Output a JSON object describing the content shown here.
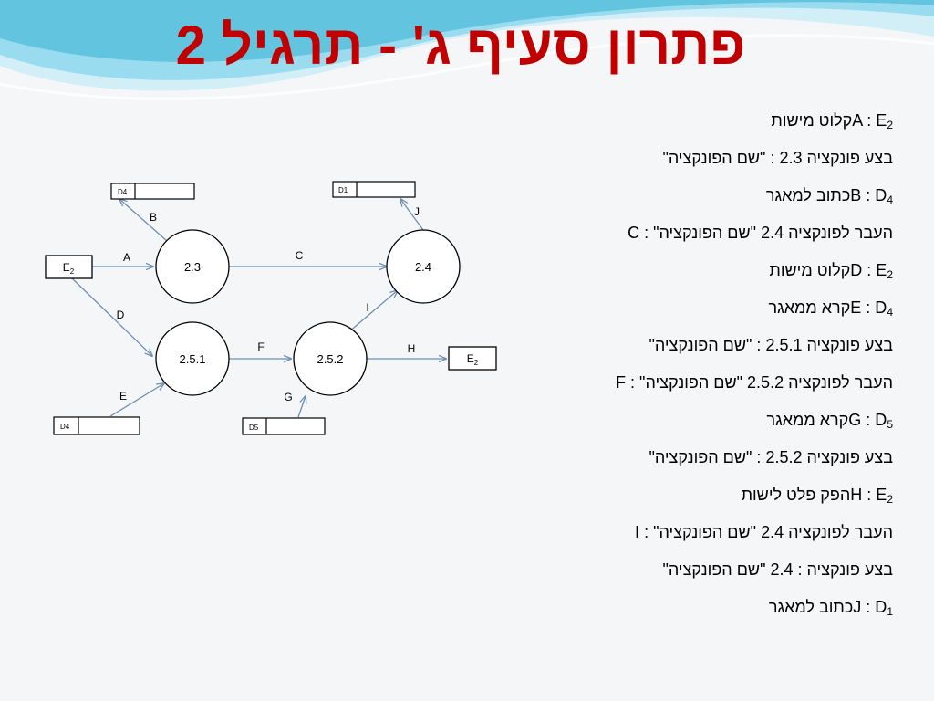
{
  "slide": {
    "title": "פתרון סעיף ג' - תרגיל 2"
  },
  "diagram": {
    "processes": [
      "2.3",
      "2.4",
      "2.5.1",
      "2.5.2"
    ],
    "entities": [
      {
        "main": "E",
        "sub": "2"
      },
      {
        "main": "E",
        "sub": "2"
      }
    ],
    "stores": [
      "D4",
      "D1",
      "D4",
      "D5"
    ],
    "flows": [
      "A",
      "B",
      "C",
      "D",
      "E",
      "F",
      "G",
      "H",
      "I",
      "J"
    ]
  },
  "flow_descriptions": [
    {
      "pre": "קלוט מישות ",
      "rtl": false,
      "ltr_main": "A : E",
      "ltr_sub": "2",
      "post": ""
    },
    {
      "pre": "",
      "rtl": true,
      "text": "בצע פונקציה 2.3 : \"שם הפונקציה\""
    },
    {
      "pre": "כתוב למאגר ",
      "rtl": false,
      "ltr_main": "B : D",
      "ltr_sub": "4",
      "post": ""
    },
    {
      "pre": "",
      "rtl": true,
      "text": "העבר לפונקציה 2.4 \"שם הפונקציה\" : C"
    },
    {
      "pre": "קלוט מישות ",
      "rtl": false,
      "ltr_main": "D : E",
      "ltr_sub": "2",
      "post": ""
    },
    {
      "pre": "קרא ממאגר ",
      "rtl": false,
      "ltr_main": "E : D",
      "ltr_sub": "4",
      "post": ""
    },
    {
      "pre": "",
      "rtl": true,
      "text": "בצע פונקציה 2.5.1 : \"שם הפונקציה\""
    },
    {
      "pre": "",
      "rtl": true,
      "text": "העבר לפונקציה 2.5.2 \"שם הפונקציה\" : F"
    },
    {
      "pre": "קרא ממאגר ",
      "rtl": false,
      "ltr_main": "G : D",
      "ltr_sub": "5",
      "post": ""
    },
    {
      "pre": "",
      "rtl": true,
      "text": "בצע פונקציה 2.5.2 : \"שם הפונקציה\""
    },
    {
      "pre": "הפק פלט לישות  ",
      "rtl": false,
      "ltr_main": "H : E",
      "ltr_sub": "2",
      "post": ""
    },
    {
      "pre": "",
      "rtl": true,
      "text": "העבר לפונקציה 2.4 \"שם הפונקציה\" : I"
    },
    {
      "pre": "",
      "rtl": true,
      "text": "בצע פונקציה  : 2.4 \"שם הפונקציה\""
    },
    {
      "pre": "כתוב למאגר ",
      "rtl": false,
      "ltr_main": "J : D",
      "ltr_sub": "1",
      "post": ""
    }
  ],
  "colors": {
    "title": "#c00000",
    "arrow": "#6e8fb4",
    "wave_light": "#bfe7f2",
    "wave_mid": "#6ccde6"
  }
}
